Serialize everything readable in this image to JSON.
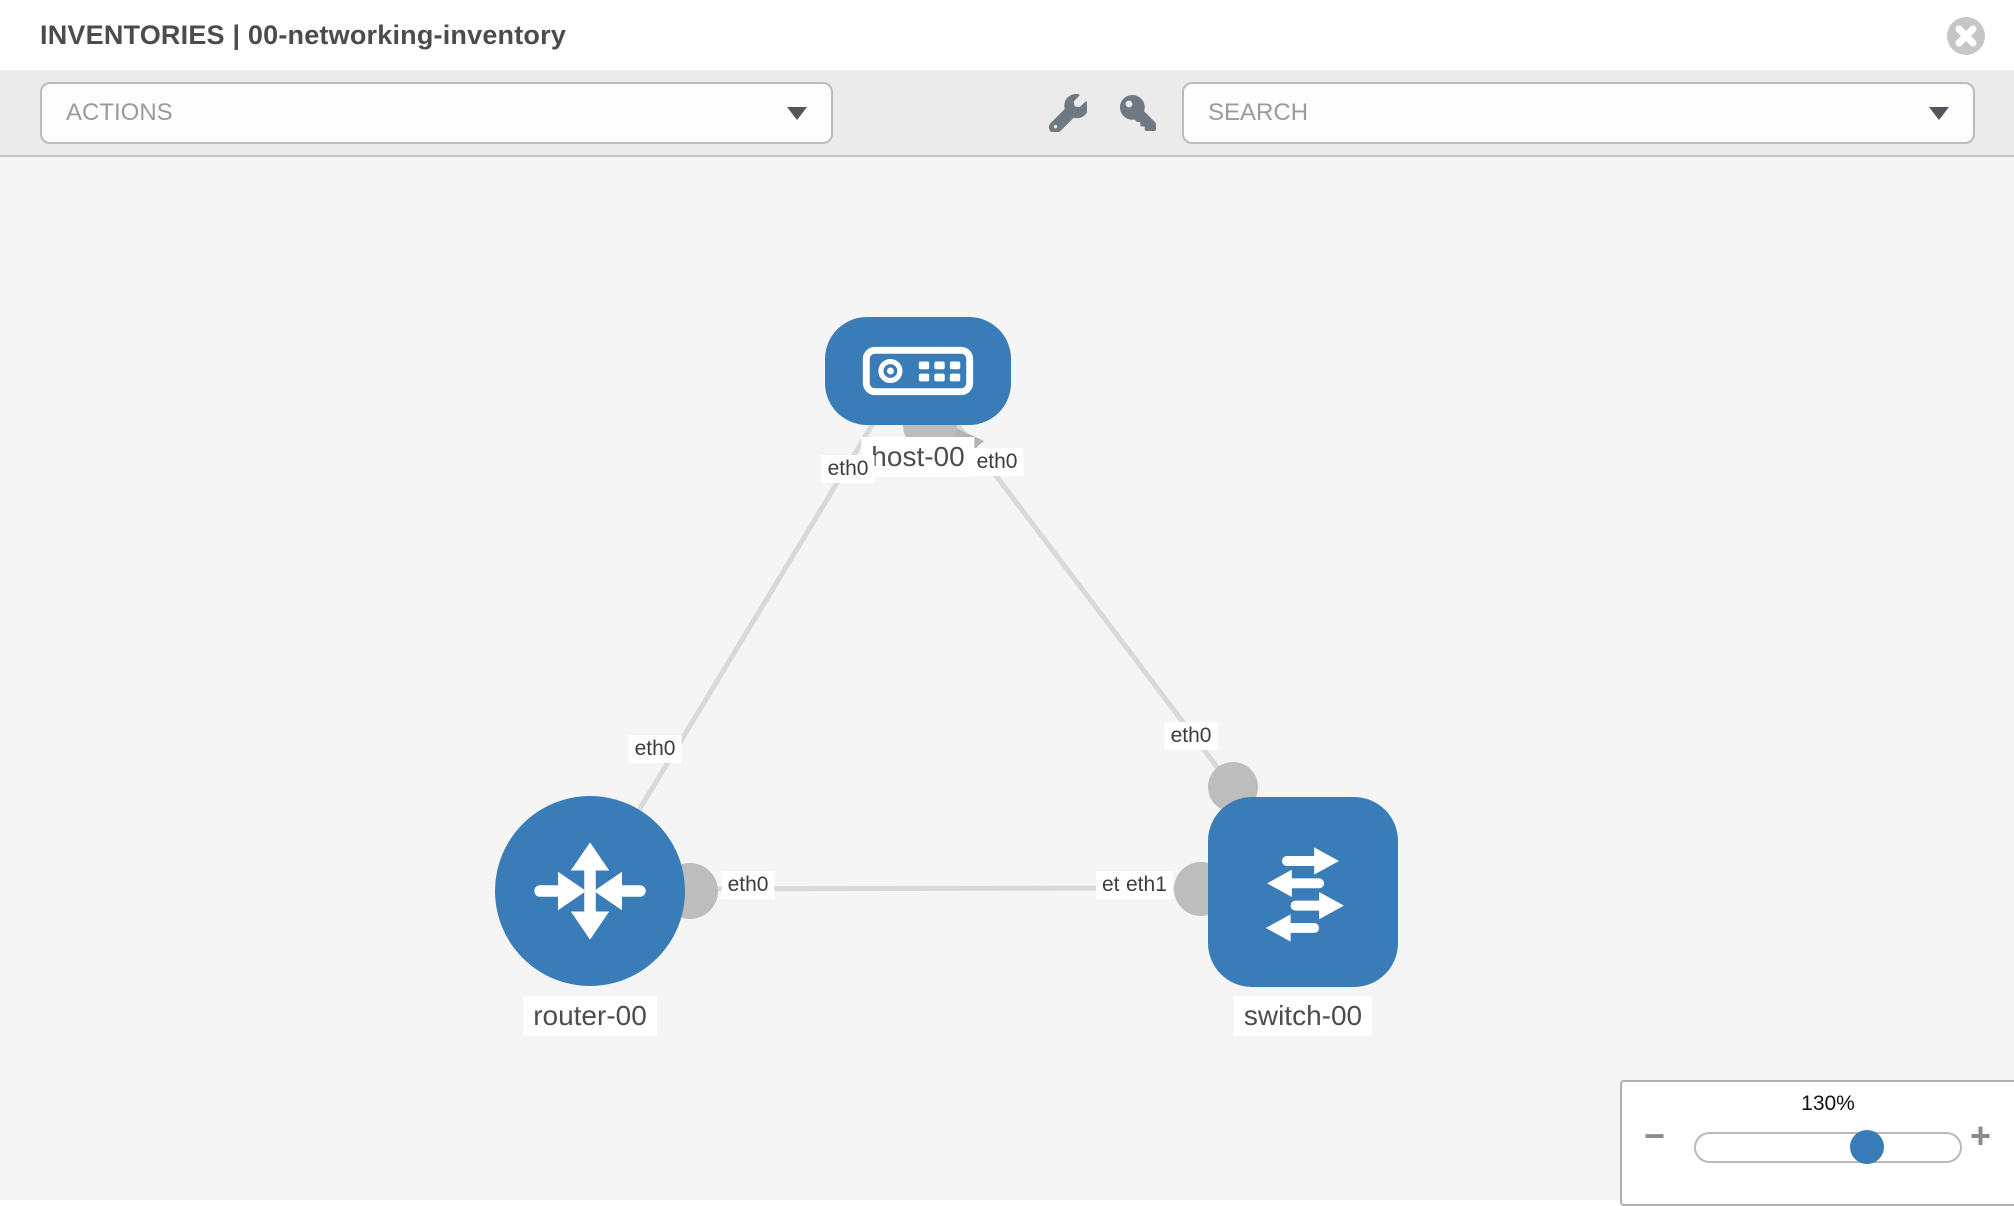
{
  "header": {
    "title": "INVENTORIES | 00-networking-inventory"
  },
  "toolbar": {
    "actions_label": "ACTIONS",
    "search_label": "SEARCH"
  },
  "topology": {
    "nodes": [
      {
        "id": "host-00",
        "type": "host",
        "label": "host-00"
      },
      {
        "id": "router-00",
        "type": "router",
        "label": "router-00"
      },
      {
        "id": "switch-00",
        "type": "switch",
        "label": "switch-00"
      }
    ],
    "links": [
      {
        "from": "host-00",
        "to": "router-00",
        "from_interface": "eth0",
        "to_interface": "eth0"
      },
      {
        "from": "host-00",
        "to": "switch-00",
        "from_interface": "eth0",
        "to_interface": "eth0"
      },
      {
        "from": "router-00",
        "to": "switch-00",
        "from_interface": "eth0",
        "to_interface": "eth1"
      }
    ],
    "overlapped_interface_label": "eth1"
  },
  "zoom_control": {
    "level": "130%",
    "minus_label": "−",
    "plus_label": "+"
  },
  "colors": {
    "node_blue": "#3a7cb7",
    "link_gray": "#d9d9d9",
    "endpoint_gray": "#bdbdbd",
    "toolbar_bg": "#ebebeb",
    "icon_slate": "#6e7984"
  }
}
